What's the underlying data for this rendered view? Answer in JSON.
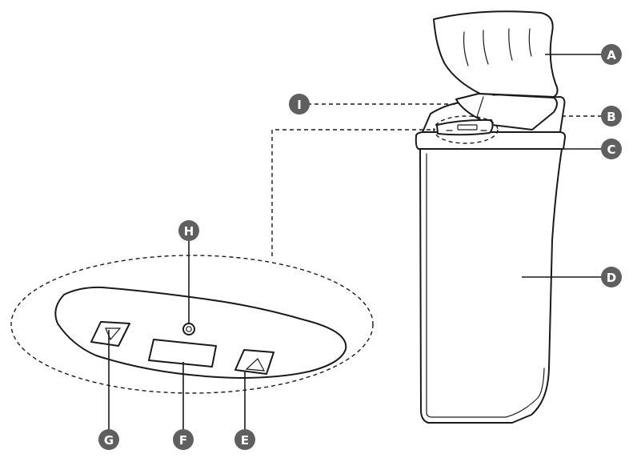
{
  "labels": {
    "a": "A",
    "b": "B",
    "c": "C",
    "d": "D",
    "e": "E",
    "f": "F",
    "g": "G",
    "h": "H",
    "i": "I"
  },
  "colors": {
    "line": "#1a1a1a",
    "badge": "#5f5f5f",
    "badge_text": "#ffffff"
  },
  "icons": {
    "open_arrow": "triangle-down-icon",
    "close_arrow": "triangle-up-icon",
    "indicator": "led-indicator-icon"
  }
}
